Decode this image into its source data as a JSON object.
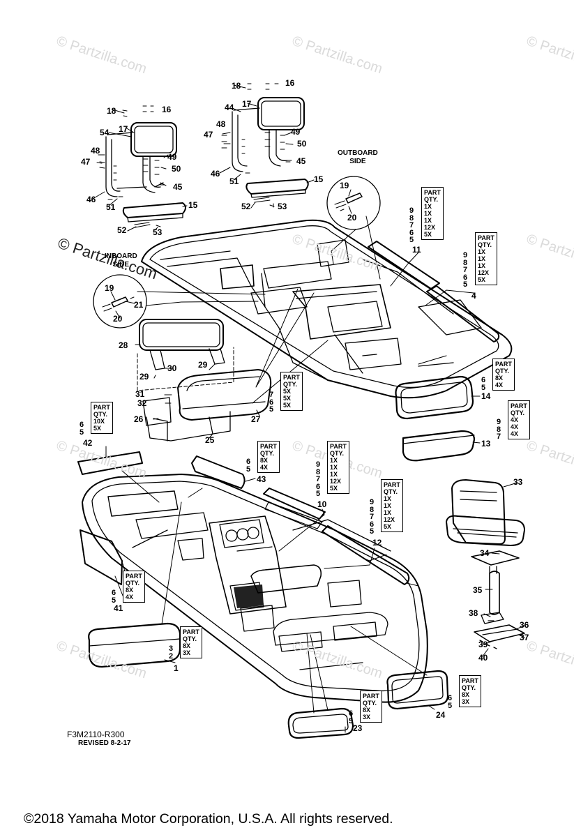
{
  "watermark_text": "© Partzilla.com",
  "labels": {
    "outboard_side": [
      "OUTBOARD",
      "SIDE"
    ],
    "inboard_side": [
      "INBOARD",
      "SIDE"
    ],
    "drawing_id": "F3M2110-R300",
    "revised": "REVISED 8-2-17",
    "copyright": "©2018  Yamaha Motor Corporation, U.S.A. All rights reserved."
  },
  "qty_header": [
    "PART",
    "QTY."
  ],
  "qty_tables": [
    {
      "id": "11",
      "parts": [
        "9",
        "8",
        "7",
        "6",
        "5"
      ],
      "qty": [
        "1X",
        "1X",
        "1X",
        "12X",
        "5X"
      ]
    },
    {
      "id": "4",
      "parts": [
        "9",
        "8",
        "7",
        "6",
        "5"
      ],
      "qty": [
        "1X",
        "1X",
        "1X",
        "12X",
        "5X"
      ]
    },
    {
      "id": "14",
      "parts": [
        "6",
        "5"
      ],
      "qty": [
        "8X",
        "4X"
      ]
    },
    {
      "id": "13",
      "parts": [
        "9",
        "8",
        "7"
      ],
      "qty": [
        "4X",
        "4X",
        "4X"
      ]
    },
    {
      "id": "27",
      "parts": [
        "7",
        "6",
        "5"
      ],
      "qty": [
        "5X",
        "5X",
        "5X"
      ]
    },
    {
      "id": "42",
      "parts": [
        "6",
        "5"
      ],
      "qty": [
        "10X",
        "5X"
      ]
    },
    {
      "id": "43",
      "parts": [
        "6",
        "5"
      ],
      "qty": [
        "8X",
        "4X"
      ]
    },
    {
      "id": "10",
      "parts": [
        "9",
        "8",
        "7",
        "6",
        "5"
      ],
      "qty": [
        "1X",
        "1X",
        "1X",
        "12X",
        "5X"
      ]
    },
    {
      "id": "12",
      "parts": [
        "9",
        "8",
        "7",
        "6",
        "5"
      ],
      "qty": [
        "1X",
        "1X",
        "1X",
        "12X",
        "5X"
      ]
    },
    {
      "id": "41",
      "parts": [
        "6",
        "5"
      ],
      "qty": [
        "8X",
        "4X"
      ]
    },
    {
      "id": "1",
      "parts": [
        "3",
        "2"
      ],
      "qty": [
        "8X",
        "3X"
      ]
    },
    {
      "id": "23",
      "parts": [
        "6",
        "5"
      ],
      "qty": [
        "8X",
        "3X"
      ]
    },
    {
      "id": "24",
      "parts": [
        "6",
        "5"
      ],
      "qty": [
        "8X",
        "3X"
      ]
    }
  ],
  "callouts": [
    "18",
    "17",
    "16",
    "54",
    "48",
    "47",
    "49",
    "50",
    "45",
    "46",
    "51",
    "15",
    "52",
    "53",
    "18",
    "17",
    "16",
    "44",
    "48",
    "47",
    "49",
    "50",
    "45",
    "46",
    "51",
    "15",
    "52",
    "53",
    "19",
    "20",
    "19",
    "21",
    "20",
    "11",
    "4",
    "28",
    "30",
    "29",
    "29",
    "31",
    "32",
    "26",
    "25",
    "27",
    "14",
    "13",
    "42",
    "43",
    "10",
    "12",
    "33",
    "34",
    "35",
    "38",
    "36",
    "39",
    "37",
    "40",
    "41",
    "1",
    "23",
    "24"
  ]
}
